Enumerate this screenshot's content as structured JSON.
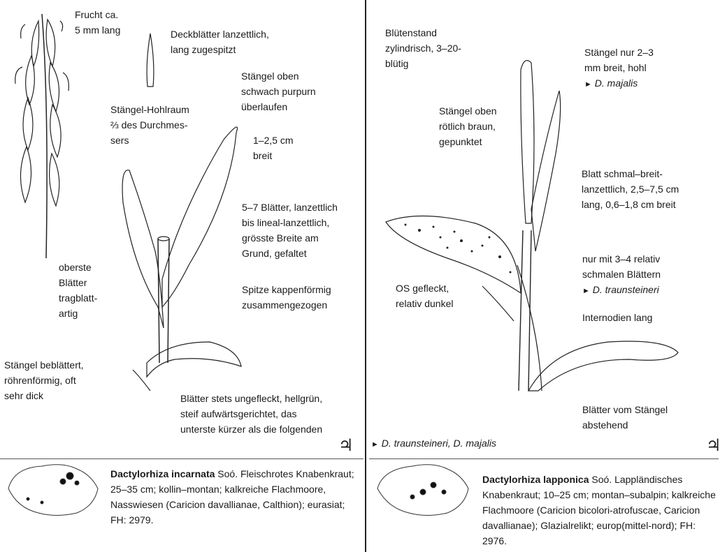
{
  "left": {
    "labels": {
      "frucht": "Frucht ca.\n5 mm lang",
      "deckblaetter": "Deckblätter lanzettlich,\nlang zugespitzt",
      "staengel_oben": "Stängel oben\nschwach purpurn\nüberlaufen",
      "hohlraum": "Stängel-Hohlraum\n⅔ des Durchmes-\nsers",
      "breit": "1–2,5 cm\nbreit",
      "blaetter_count": "5–7 Blätter, lanzettlich\nbis lineal-lanzettlich,\ngrösste Breite am\nGrund, gefaltet",
      "oberste": "oberste\nBlätter\ntragblatt-\nartig",
      "spitze": "Spitze kappenförmig\nzusammengezogen",
      "staengel_beblaettert": "Stängel beblättert,\nröhrenförmig, oft\nsehr dick",
      "ungefleckt": "Blätter stets ungefleckt, hellgrün,\nsteif aufwärtsgerichtet, das\nunterste kürzer als die folgenden"
    },
    "perennial_symbol": "♃",
    "caption": {
      "genus_species": "Dactylorhiza incarnata",
      "authority_name": " Soó. Fleischrotes Knabenkraut; 25–35 cm; kollin–montan; kalkreiche Flachmoore, Nasswiesen (Caricion davallianae, Calthion); eurasiat; FH: 2979."
    }
  },
  "right": {
    "labels": {
      "bluetenstand": "Blütenstand\nzylindrisch, 3–20-\nblütig",
      "staengel_breit": "Stängel nur 2–3\nmm breit, hohl",
      "majalis_ref": "D. majalis",
      "roetlich": "Stängel oben\nrötlich braun,\ngepunktet",
      "blatt_schmal": "Blatt schmal–breit-\nlanzettlich, 2,5–7,5 cm\nlang, 0,6–1,8 cm breit",
      "nur_mit": "nur mit 3–4 relativ\nschmalen Blättern",
      "traunsteineri_ref": "D. traunsteineri",
      "os_gefleckt": "OS gefleckt,\nrelativ dunkel",
      "internodien": "Internodien lang",
      "abstehend": "Blätter vom Stängel\nabstehend",
      "compare": "D. traunsteineri, D. majalis"
    },
    "perennial_symbol": "♃",
    "caption": {
      "genus_species": "Dactylorhiza lapponica",
      "authority_name": " Soó. Lappländisches Knabenkraut; 10–25 cm; montan–subalpin; kalkreiche Flachmoore (Caricion bicolori-atrofuscae, Caricion davallianae); Glazialrelikt; europ(mittel-nord); FH: 2976."
    },
    "arrow_glyph": "►"
  }
}
